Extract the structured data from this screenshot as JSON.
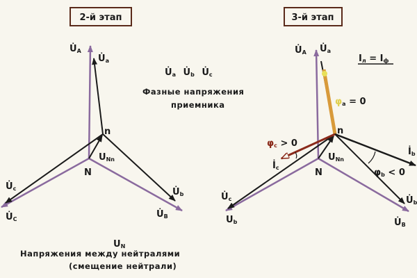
{
  "left_panel": {
    "stage_title": "2-й этап",
    "labels": {
      "UA": {
        "main": "U̇",
        "sub": "A"
      },
      "Ua": {
        "main": "U̇",
        "sub": "a"
      },
      "Ub": {
        "main": "U̇",
        "sub": "b"
      },
      "UB": {
        "main": "U̇",
        "sub": "B"
      },
      "Uc": {
        "main": "U̇",
        "sub": "c"
      },
      "UC": {
        "main": "U̇",
        "sub": "C"
      },
      "n": "n",
      "N": "N",
      "UNn": {
        "main": "U",
        "sub": "Nn"
      }
    }
  },
  "middle": {
    "phase_symbols": [
      {
        "main": "U̇",
        "sub": "a"
      },
      {
        "main": "U̇",
        "sub": "b"
      },
      {
        "main": "U̇",
        "sub": "c"
      }
    ],
    "caption_line1": "Фазные напряжения",
    "caption_line2": "приемника",
    "un_label": {
      "main": "U",
      "sub": "N"
    },
    "bottom_line1": "Напряжения между нейтралями",
    "bottom_line2": "(смещение нейтрали)"
  },
  "right_panel": {
    "stage_title": "3-й этап",
    "current_eq": {
      "lhs": "I",
      "lhs_sub": "л",
      "eq": " = ",
      "rhs": "I",
      "rhs_sub": "ф"
    },
    "labels": {
      "UA": {
        "main": "U̇",
        "sub": "A"
      },
      "Ua": {
        "main": "U̇",
        "sub": "a"
      },
      "Ub": {
        "main": "U̇",
        "sub": "b"
      },
      "UB": {
        "main": "U̇",
        "sub": "B"
      },
      "Uc": {
        "main": "U̇",
        "sub": "c"
      },
      "UC": {
        "main": "U",
        "sub": "b"
      },
      "n": "n",
      "N": "N",
      "UNn": {
        "main": "U",
        "sub": "Nn"
      },
      "phi_a": {
        "main": "φ",
        "sub": "a",
        "rest": " = 0"
      },
      "phi_c": {
        "main": "φ",
        "sub": "c",
        "rest": " > 0"
      },
      "phi_b": {
        "main": "φ",
        "sub": "b",
        "rest": " < 0"
      },
      "Ic": {
        "main": "İ",
        "sub": "c"
      },
      "Ib": {
        "main": "İ",
        "sub": "b"
      }
    }
  },
  "colors": {
    "source_phasor": "#8a6a9e",
    "load_phasor": "#1a1a1a",
    "current_a": "#d89a3a",
    "current_c": "#8a2a1a",
    "angle_label": "#8a2a1a"
  }
}
